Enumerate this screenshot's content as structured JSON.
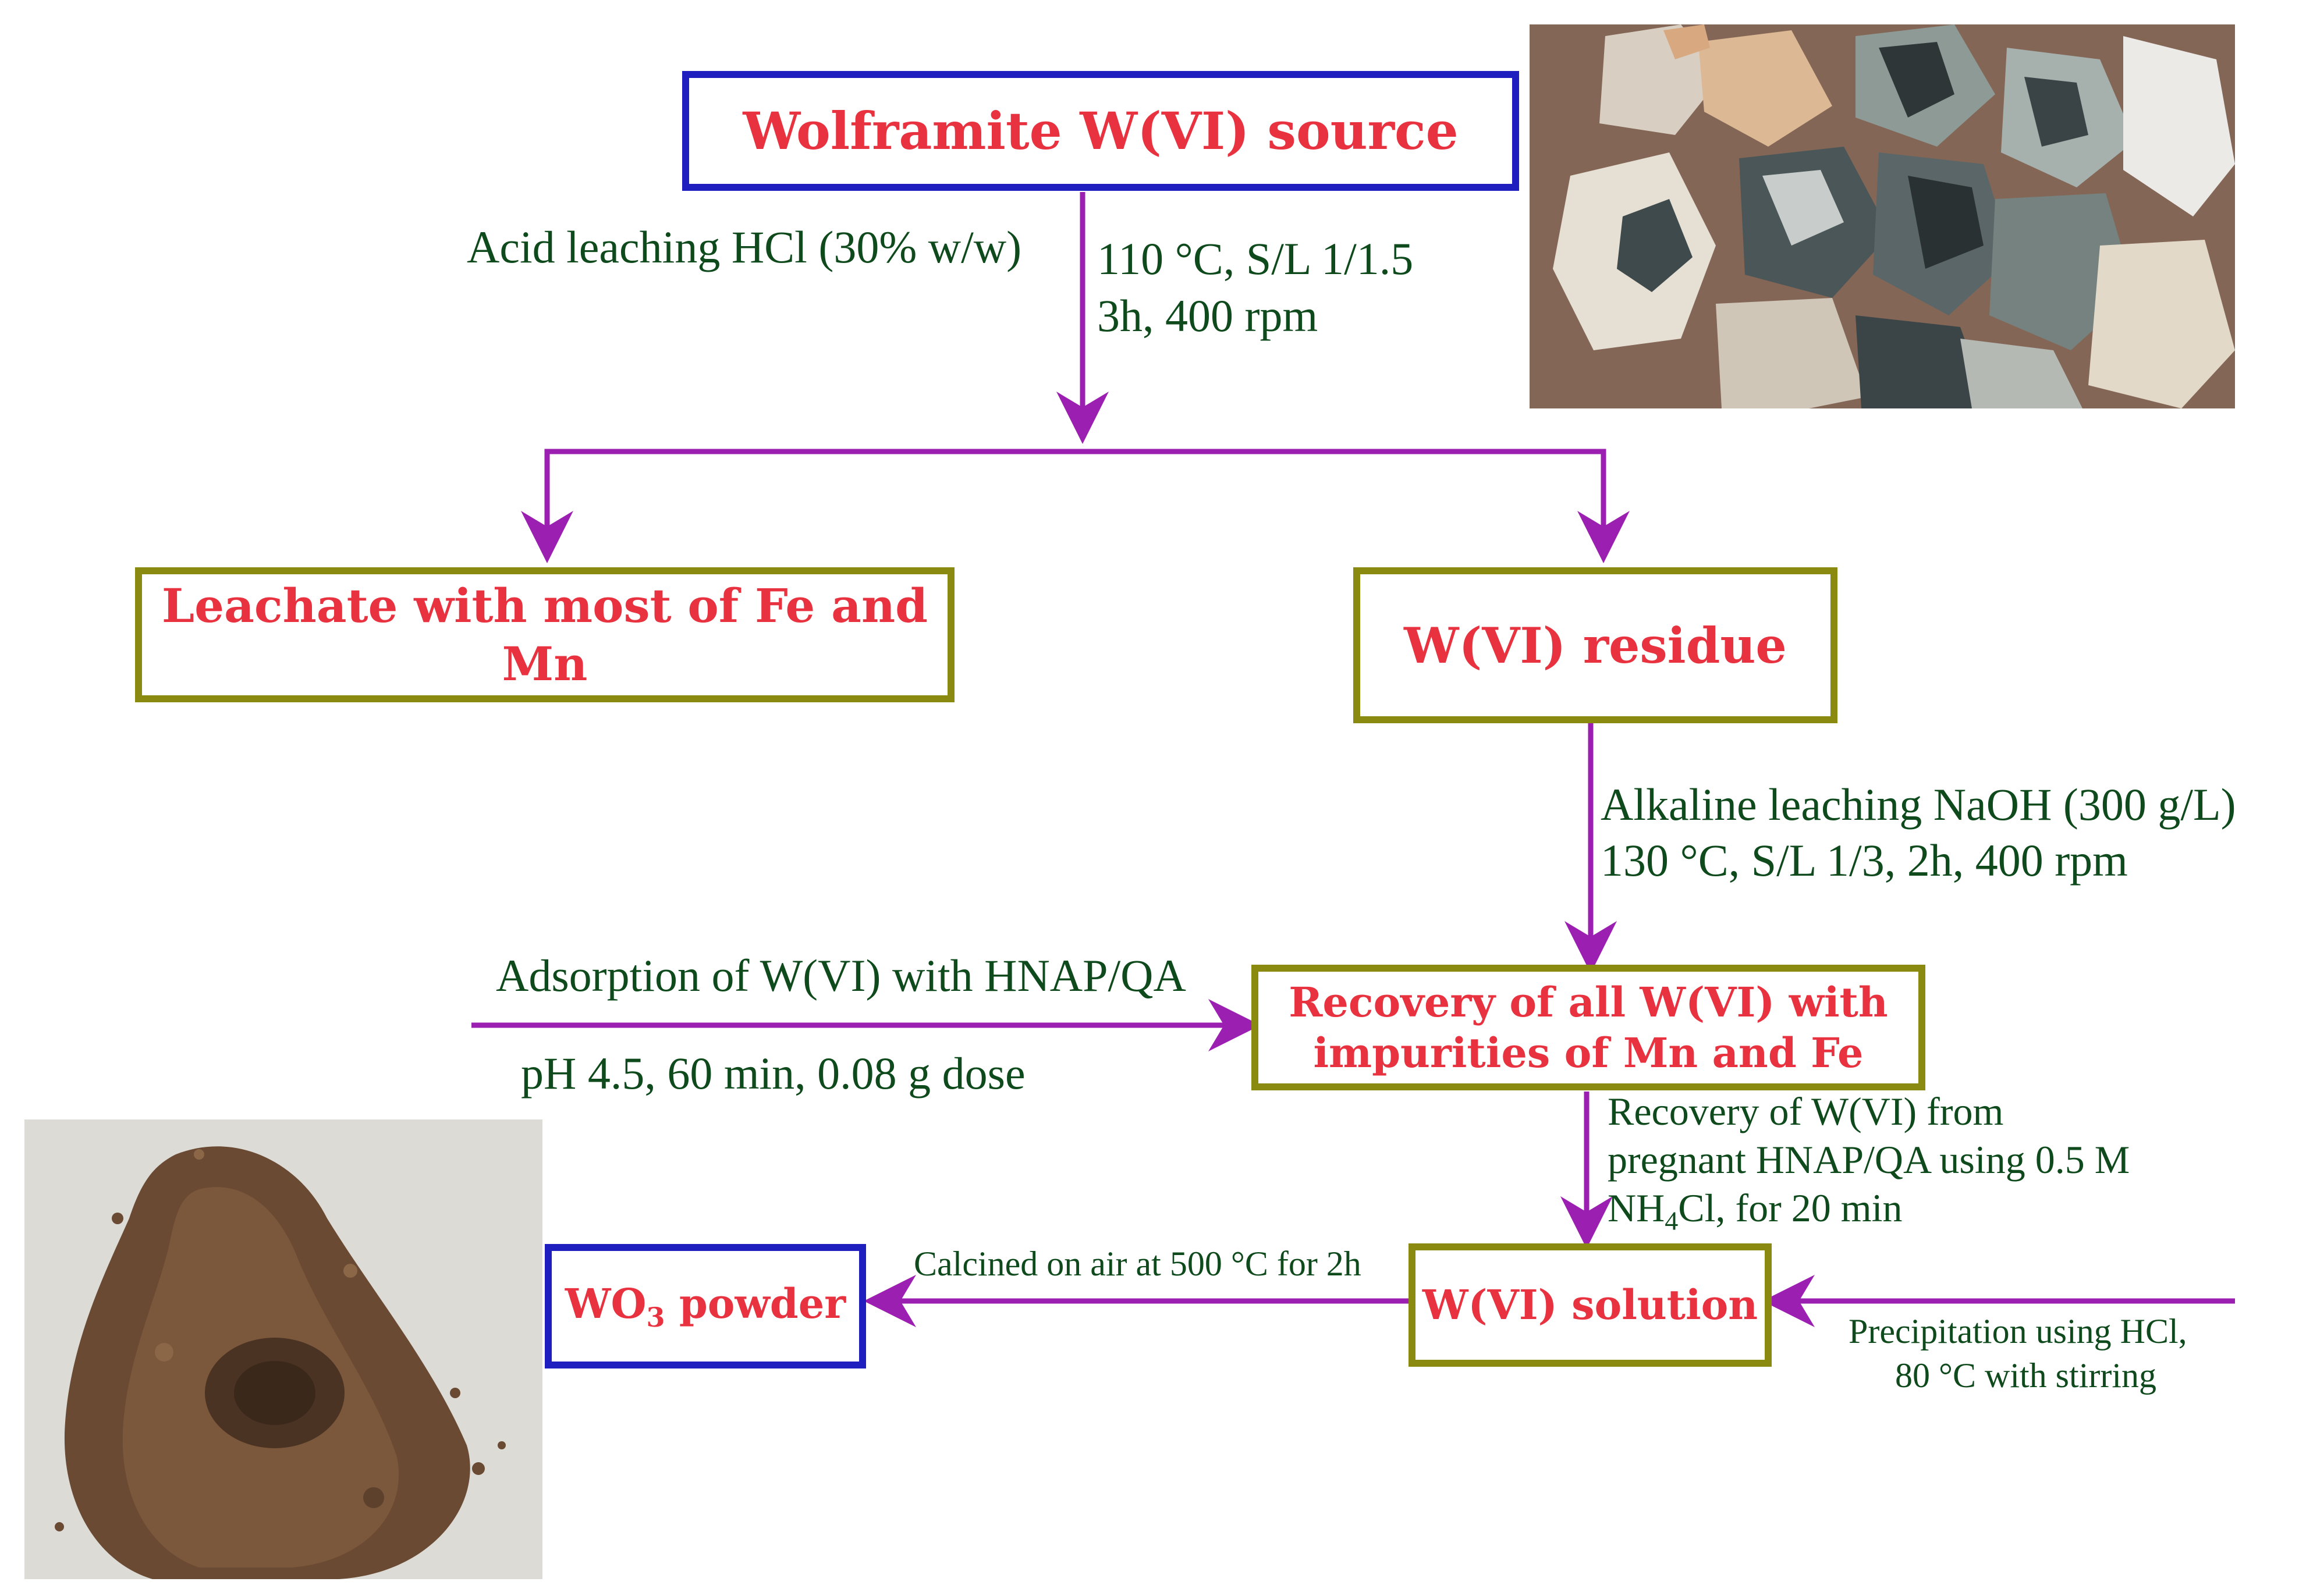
{
  "boxes": {
    "source": "Wolframite W(VI) source",
    "leachate": "Leachate with most of Fe and Mn",
    "residue": "W(VI) residue",
    "recovery_line1": "Recovery of all W(VI) with",
    "recovery_line2": "impurities of Mn and Fe",
    "solution": "W(VI) solution",
    "product_prefix": "WO",
    "product_subscript": "3",
    "product_suffix": " powder"
  },
  "labels": {
    "acid_leaching": "Acid leaching HCl (30% w/w)",
    "acid_conditions_1": "110 °C, S/L 1/1.5",
    "acid_conditions_2": "3h, 400 rpm",
    "alkaline_1": "Alkaline leaching NaOH (300 g/L)",
    "alkaline_2": "130 °C, S/L 1/3, 2h, 400 rpm",
    "adsorption": "Adsorption of W(VI) with HNAP/QA",
    "adsorption_conditions": "pH 4.5, 60 min, 0.08 g dose",
    "elution_1": "Recovery of W(VI) from",
    "elution_2": "pregnant HNAP/QA using 0.5 M",
    "elution_3_prefix": "NH",
    "elution_3_subscript": "4",
    "elution_3_suffix": "Cl, for 20 min",
    "calcination": "Calcined on air at 500 °C for 2h",
    "precipitation_1": "Precipitation using HCl,",
    "precipitation_2": "80 °C with stirring"
  },
  "colors": {
    "box_text": "#e8323f",
    "label_text": "#0e4a1c",
    "arrow": "#9b1fb0",
    "border_blue": "#1f1fbf",
    "border_olive": "#8a8a10"
  }
}
